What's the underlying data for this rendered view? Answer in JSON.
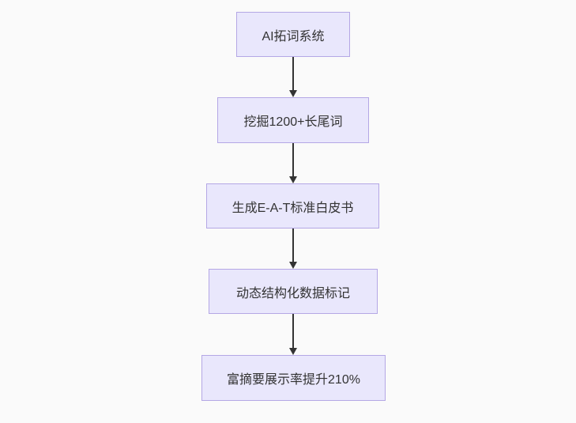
{
  "diagram": {
    "type": "flowchart",
    "direction": "top-down",
    "colors": {
      "background": "#fafafa",
      "node_fill": "#e9e7fc",
      "node_border": "#b4a7e5",
      "arrow": "#333333",
      "text": "#333333"
    },
    "nodes": [
      {
        "id": "A",
        "label": "AI拓词系统"
      },
      {
        "id": "B",
        "label": "挖掘1200+长尾词"
      },
      {
        "id": "C",
        "label": "生成E-A-T标准白皮书"
      },
      {
        "id": "D",
        "label": "动态结构化数据标记"
      },
      {
        "id": "E",
        "label": "富摘要展示率提升210%"
      }
    ],
    "edges": [
      {
        "from": "A",
        "to": "B"
      },
      {
        "from": "B",
        "to": "C"
      },
      {
        "from": "C",
        "to": "D"
      },
      {
        "from": "D",
        "to": "E"
      }
    ]
  }
}
